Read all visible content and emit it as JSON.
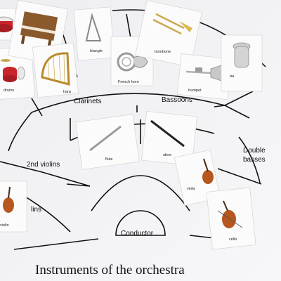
{
  "title": "Instruments of the orchestra",
  "sections": {
    "clarinets": "Clarinets",
    "bassoons": "Bassoons",
    "second_violins": "2nd violins",
    "first_violins_partial": "lins",
    "double_basses_line1": "Double",
    "double_basses_line2": "basses",
    "conductor": "Conductor"
  },
  "cards": {
    "piano": "piano",
    "triangle": "triangle",
    "trombone": "trombone",
    "french_horn": "French horn",
    "harp": "harp",
    "drums": "drums",
    "trumpet": "trumpet",
    "tuba_partial": "ba",
    "flute": "flute",
    "oboe": "oboe",
    "viola": "viola",
    "cello": "cello",
    "violin_partial": "violin"
  }
}
